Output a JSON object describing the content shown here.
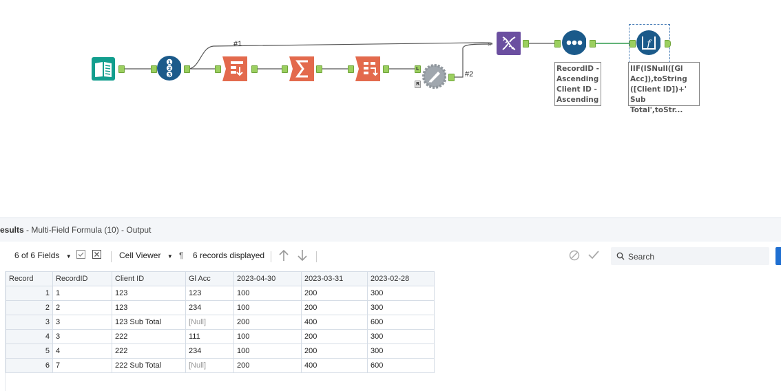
{
  "workflow": {
    "connection_labels": {
      "hash1": "#1",
      "hash2": "#2"
    },
    "sort_annotation": "RecordID -\nAscending\nClient ID -\nAscending",
    "formula_annotation": "IIF(ISNull([Gl\nAcc]),toString\n([Client ID])+'\nSub Total',toStr...",
    "join_anchor_left": "L",
    "join_anchor_right": "R"
  },
  "results": {
    "title_bold": "esults",
    "title_rest": " - Multi-Field Formula (10) - Output"
  },
  "toolbar": {
    "fields_label": "6 of 6 Fields",
    "cell_viewer_label": "Cell Viewer",
    "pilcrow": "¶",
    "records_displayed": "6 records displayed",
    "search_placeholder": "Search"
  },
  "table": {
    "columns": [
      "Record",
      "RecordID",
      "Client ID",
      "Gl Acc",
      "2023-04-30",
      "2023-03-31",
      "2023-02-28"
    ],
    "rows": [
      [
        "1",
        "1",
        "123",
        "123",
        "100",
        "200",
        "300"
      ],
      [
        "2",
        "2",
        "123",
        "234",
        "100",
        "200",
        "300"
      ],
      [
        "3",
        "3",
        "123 Sub Total",
        "[Null]",
        "200",
        "400",
        "600"
      ],
      [
        "4",
        "3",
        "222",
        "111",
        "100",
        "200",
        "300"
      ],
      [
        "5",
        "4",
        "222",
        "234",
        "100",
        "200",
        "300"
      ],
      [
        "6",
        "7",
        "222 Sub Total",
        "[Null]",
        "200",
        "400",
        "600"
      ]
    ]
  },
  "colors": {
    "input_tool": "#129e8e",
    "preparation_tool": "#1b5a8a",
    "transform_tool": "#e36a4d",
    "join_tool": "#a0a7ae",
    "developer_tool": "#6b4fa0",
    "anchor": "#9bcf5f",
    "search_accent": "#1f6fd1"
  }
}
